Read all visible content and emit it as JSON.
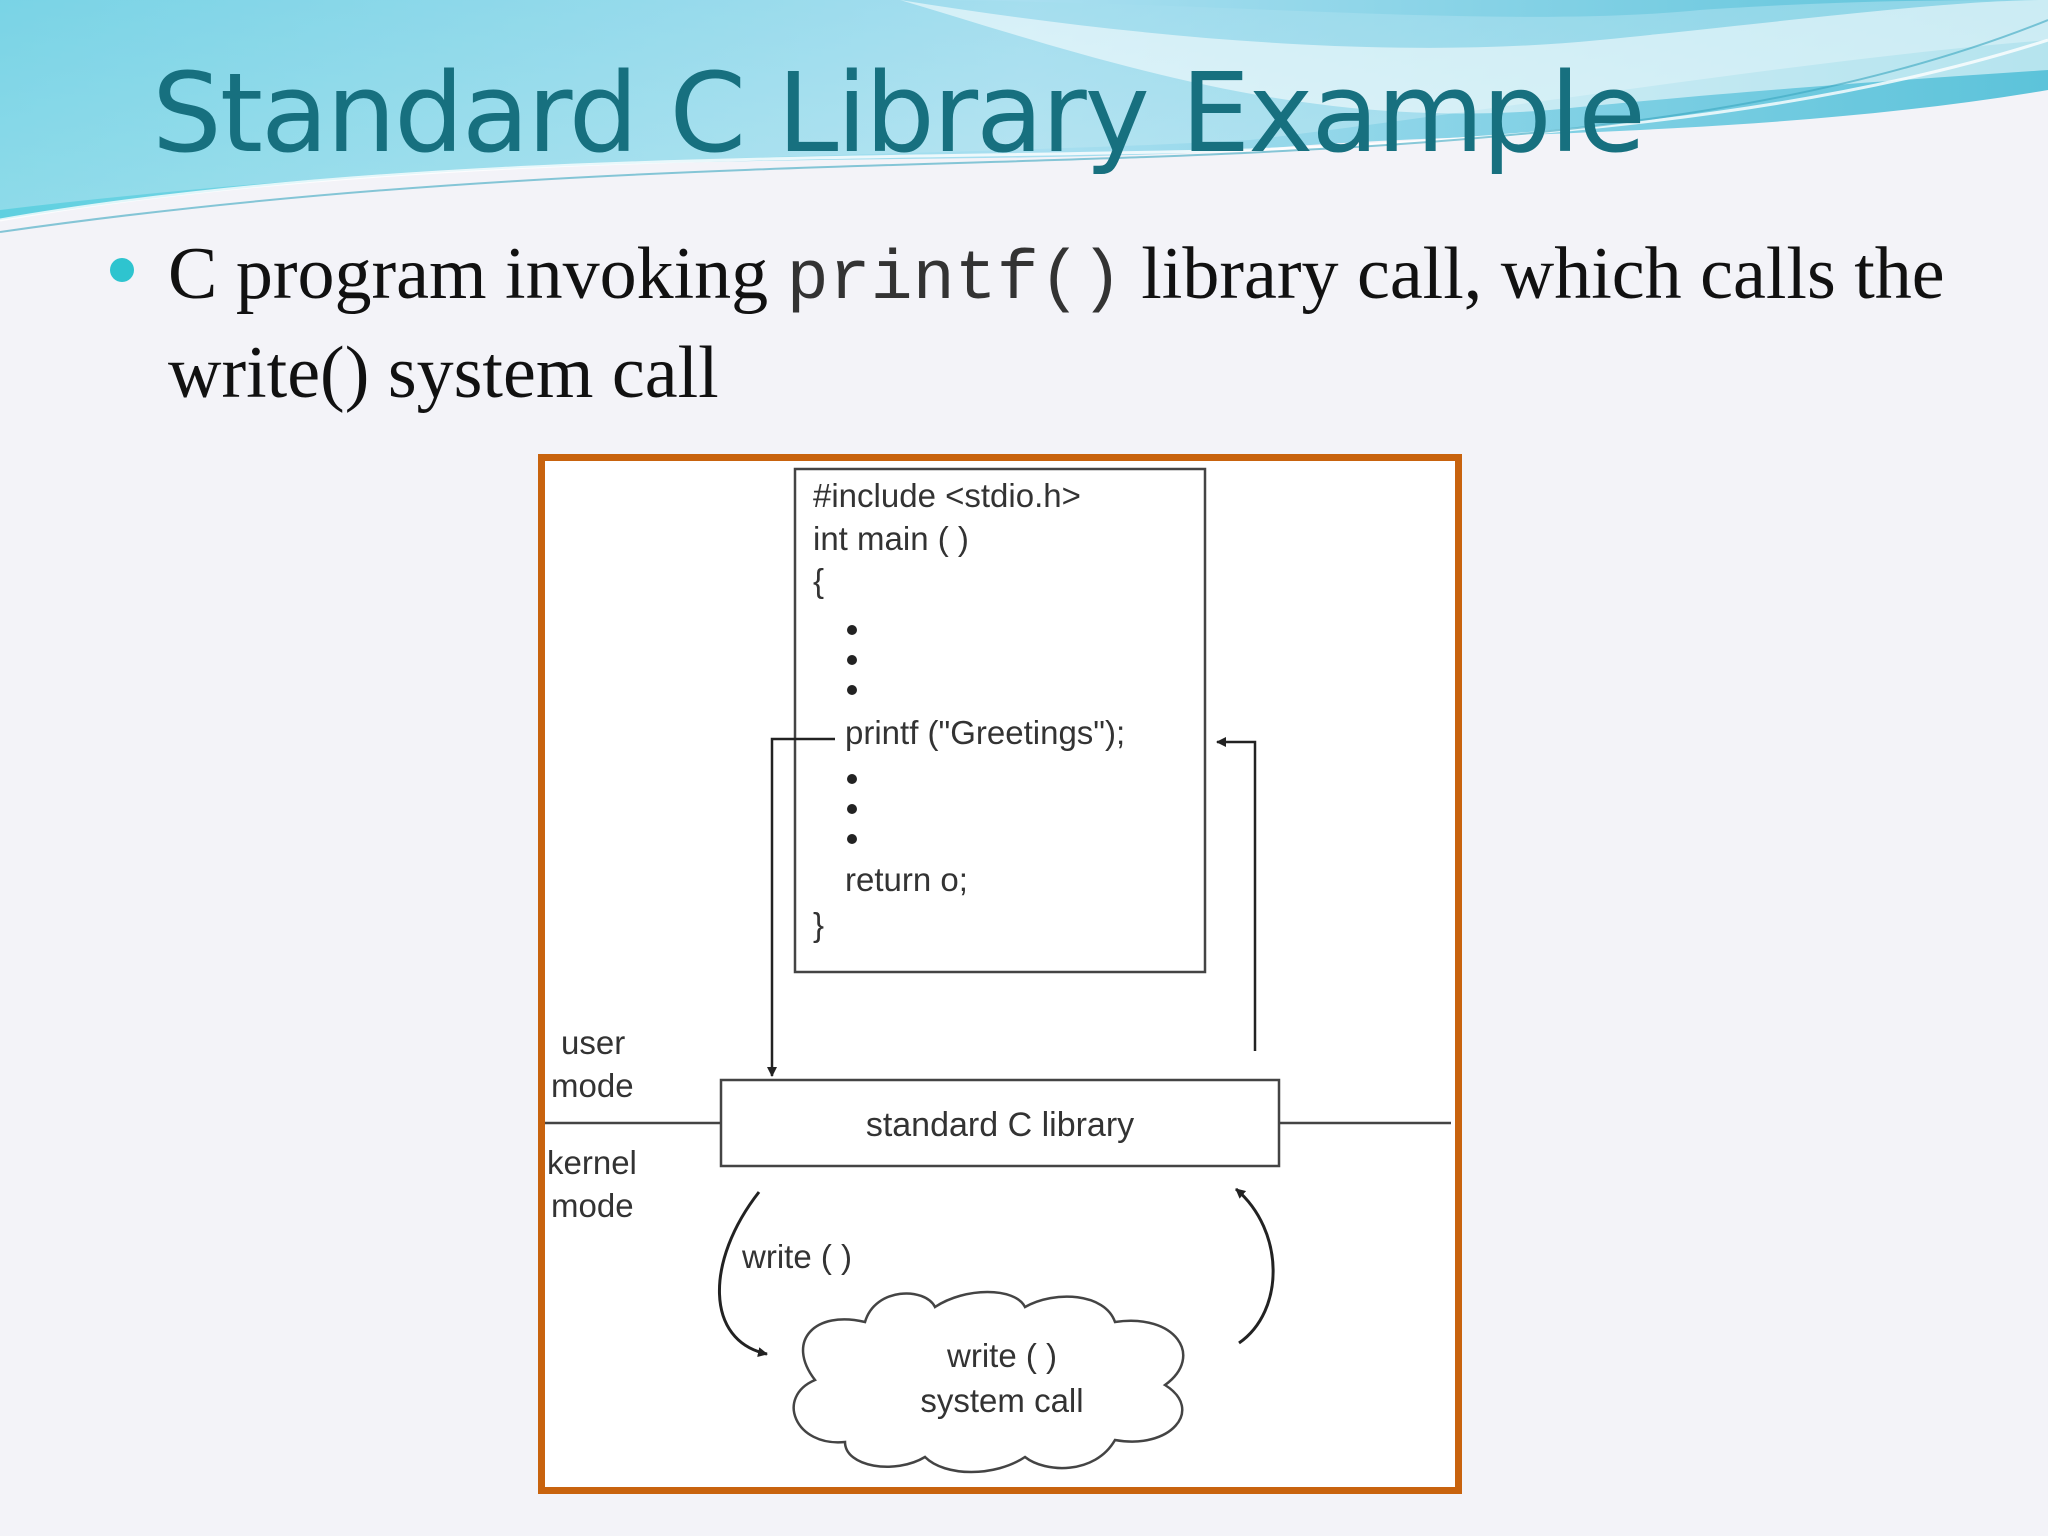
{
  "slide": {
    "title": "Standard C Library Example",
    "bullet": {
      "prefix": "C program invoking",
      "code": "printf()",
      "suffix": "library call, which calls the write() system call"
    }
  },
  "diagram": {
    "code_lines": [
      "#include <stdio.h>",
      "int main ( )",
      "{",
      "printf (\"Greetings\");",
      "return o;",
      "}"
    ],
    "user_mode": [
      "user",
      "mode"
    ],
    "kernel_mode": [
      "kernel",
      "mode"
    ],
    "library_label": "standard C library",
    "write_call": "write ( )",
    "system_call": [
      "write ( )",
      "system call"
    ]
  },
  "colors": {
    "title": "#17707f",
    "bullet": "#2ec4cf",
    "frame": "#c8630e"
  }
}
